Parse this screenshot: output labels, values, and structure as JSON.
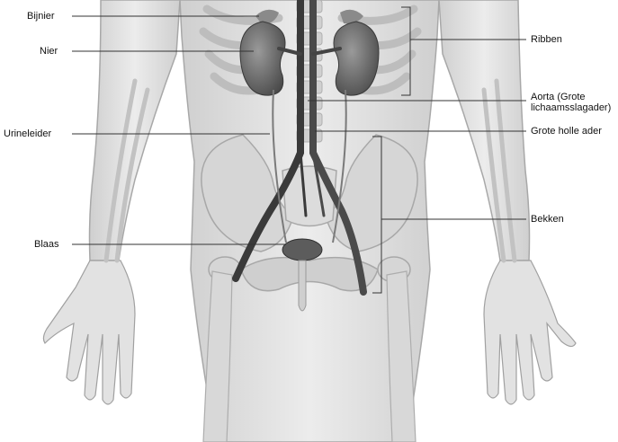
{
  "labels": {
    "bijnier": "Bijnier",
    "nier": "Nier",
    "urineleider": "Urineleider",
    "blaas": "Blaas",
    "ribben": "Ribben",
    "aorta_line1": "Aorta (Grote",
    "aorta_line2": "lichaamsslagader)",
    "grote_holle_ader": "Grote holle ader",
    "bekken": "Bekken"
  },
  "colors": {
    "skin": "#e6e6e6",
    "outline": "#9a9a9a",
    "bone": "#d4d4d4",
    "kidney": "#6f6f6f",
    "vessel_dark": "#3d3d3d",
    "bladder": "#5c5c5c",
    "leader_line": "#333333"
  }
}
